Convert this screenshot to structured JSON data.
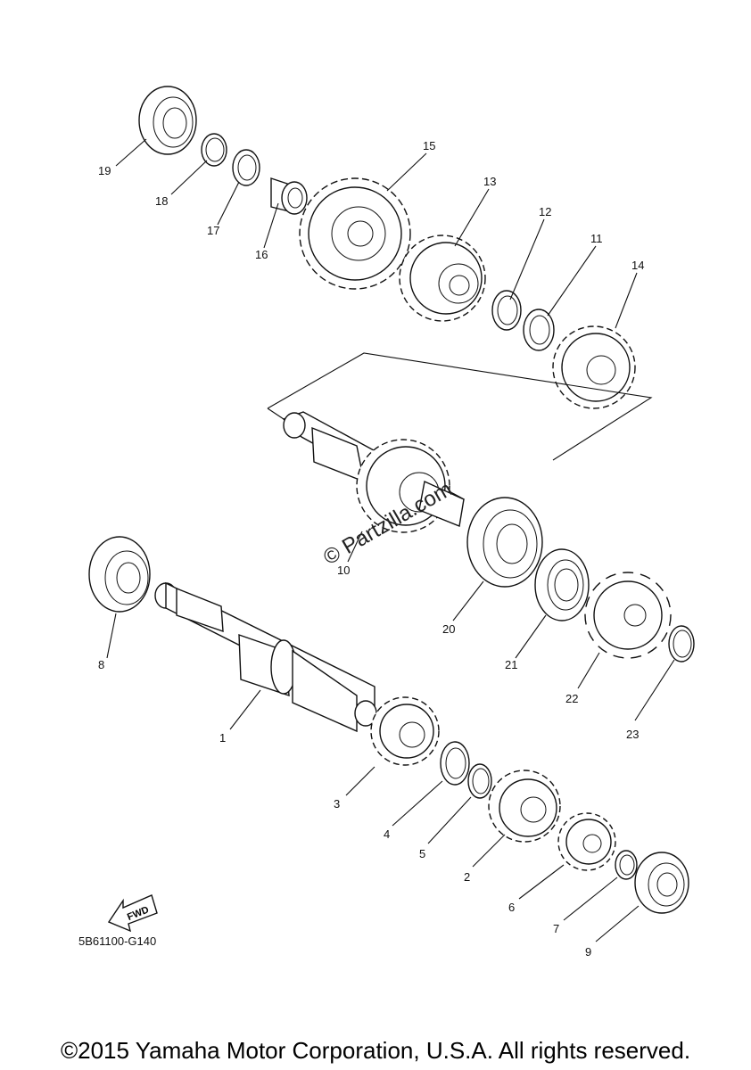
{
  "callouts": [
    "19",
    "18",
    "17",
    "16",
    "15",
    "13",
    "12",
    "11",
    "14",
    "10",
    "8",
    "1",
    "20",
    "21",
    "22",
    "23",
    "3",
    "4",
    "5",
    "2",
    "6",
    "7",
    "9"
  ],
  "fwd_label": "FWD",
  "drawing_code": "5B61100-G140",
  "watermark": "© Partzilla.com",
  "copyright": "©2015 Yamaha Motor Corporation, U.S.A. All rights reserved."
}
